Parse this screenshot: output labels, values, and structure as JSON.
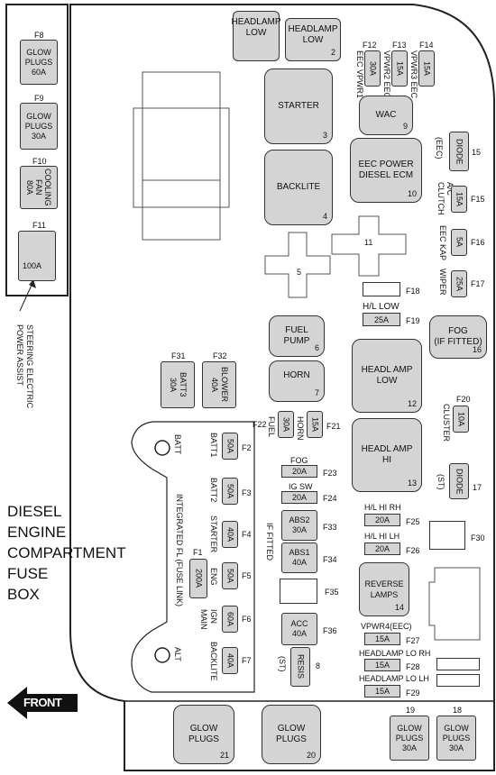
{
  "left_box": {
    "f8": {
      "id": "F8",
      "label": "GLOW\nPLUGS\n60A"
    },
    "f9": {
      "id": "F9",
      "label": "GLOW\nPLUGS\n30A"
    },
    "f10": {
      "id": "F10",
      "label": "COOLING\nFAN\n80A"
    },
    "f11": {
      "id": "F11",
      "label": "100A"
    },
    "steering_label": "STEERING ELECTRIC\nPOWER ASSIST"
  },
  "relays": {
    "headlamp_low_1": "HEADLAMP\nLOW",
    "headlamp_low_2": "HEADLAMP\nLOW",
    "headlamp_low_2_num": "2",
    "starter": "STARTER",
    "starter_num": "3",
    "backlite": "BACKLITE",
    "backlite_num": "4",
    "wac": "WAC",
    "wac_num": "9",
    "eec_power": "EEC POWER\nDIESEL ECM",
    "eec_power_num": "10",
    "diode_15": "DIODE",
    "diode_15_num": "15",
    "diode_15_side": "(EEC)",
    "num_11": "11",
    "num_5": "5",
    "fuel_pump": "FUEL\nPUMP",
    "fuel_pump_num": "6",
    "horn": "HORN",
    "horn_num": "7",
    "headl_amp_low": "HEADL AMP\nLOW",
    "headl_amp_low_num": "12",
    "fog": "FOG\n(IF FITTED)",
    "fog_num": "16",
    "headl_amp_hi": "HEADL AMP\nHI",
    "headl_amp_hi_num": "13",
    "diode_17": "DIODE",
    "diode_17_num": "17",
    "diode_17_side": "(ST)",
    "reverse": "REVERSE\nLAMPS",
    "reverse_num": "14",
    "resis": "RESIS",
    "resis_num": "8",
    "resis_side": "(ST)",
    "glow_21": "GLOW\nPLUGS",
    "glow_21_num": "21",
    "glow_20": "GLOW\nPLUGS",
    "glow_20_num": "20",
    "glow_19": "GLOW\nPLUGS\n30A",
    "glow_19_num": "19",
    "glow_18": "GLOW\nPLUGS\n30A",
    "glow_18_num": "18"
  },
  "top_fuses": {
    "f12": {
      "id": "F12",
      "name": "EEC VPWR1",
      "amp": "30A"
    },
    "f13": {
      "id": "F13",
      "name": "VPWR2 EEC",
      "amp": "15A"
    },
    "f14": {
      "id": "F14",
      "name": "VPWR3 EEC",
      "amp": "15A"
    }
  },
  "right_fuses": {
    "f15": {
      "id": "F15",
      "name": "A/C\nCLUTCH",
      "amp": "15A"
    },
    "f16": {
      "id": "F16",
      "name": "EEC KAP",
      "amp": "5A"
    },
    "f17": {
      "id": "F17",
      "name": "WIPER",
      "amp": "25A"
    },
    "f18": {
      "id": "F18"
    },
    "f19": {
      "id": "F19",
      "name": "H/L LOW",
      "amp": "25A"
    },
    "f20": {
      "id": "F20",
      "name": "CLUSTER",
      "amp": "10A"
    }
  },
  "mid_fuses": {
    "f31": {
      "id": "F31",
      "amp": "BATT3\n30A"
    },
    "f32": {
      "id": "F32",
      "amp": "BLOWER\n40A"
    },
    "f22": {
      "id": "F22",
      "name": "FUEL",
      "amp": "30A"
    },
    "f21": {
      "id": "F21",
      "name": "HORN",
      "amp": "15A"
    },
    "f23": {
      "id": "F23",
      "name": "FOG",
      "amp": "20A"
    },
    "f24": {
      "id": "F24",
      "name": "IG SW",
      "amp": "20A"
    },
    "f33": {
      "id": "F33",
      "amp": "ABS2\n30A"
    },
    "f34": {
      "id": "F34",
      "amp": "ABS1\n40A"
    },
    "f35": {
      "id": "F35"
    },
    "f36": {
      "id": "F36",
      "amp": "ACC\n40A"
    },
    "if_fitted": "IF FITTED"
  },
  "fusible": {
    "batt_label": "BATT",
    "alt_label": "ALT",
    "integrated": "INTEGRATED FL (FUSE LINK)",
    "f1": {
      "id": "F1",
      "amp": "200A"
    },
    "f2": {
      "id": "F2",
      "name": "BATT1",
      "amp": "50A"
    },
    "f3": {
      "id": "F3",
      "name": "BATT2",
      "amp": "50A"
    },
    "f4": {
      "id": "F4",
      "name": "STARTER",
      "amp": "40A"
    },
    "f5": {
      "id": "F5",
      "name": "ENG",
      "amp": "50A"
    },
    "f6": {
      "id": "F6",
      "name": "IGN\nMAIN",
      "amp": "60A"
    },
    "f7": {
      "id": "F7",
      "name": "BACKLITE",
      "amp": "40A"
    }
  },
  "right_lower": {
    "f25": {
      "id": "F25",
      "name": "H/L HI RH",
      "amp": "20A"
    },
    "f26": {
      "id": "F26",
      "name": "H/L HI LH",
      "amp": "20A"
    },
    "f30": {
      "id": "F30"
    },
    "f27": {
      "id": "F27",
      "name": "VPWR4(EEC)",
      "amp": "15A"
    },
    "f28": {
      "id": "F28",
      "name": "HEADLAMP LO RH",
      "amp": "15A"
    },
    "f29": {
      "id": "F29",
      "name": "HEADLAMP LO LH",
      "amp": "15A"
    }
  },
  "title": "DIESEL\nENGINE\nCOMPARTMENT\nFUSE\nBOX",
  "front_label": "FRONT"
}
